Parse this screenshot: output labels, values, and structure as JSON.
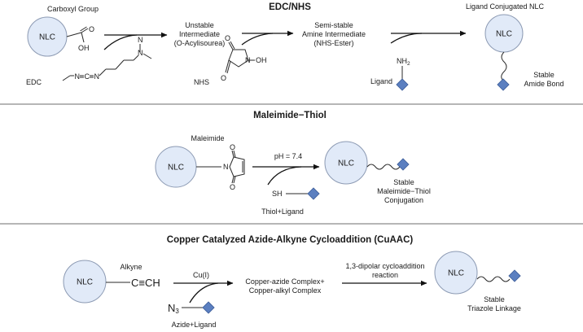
{
  "sections": {
    "edc": {
      "title": "EDC/NHS",
      "carboxyl_label": "Carboxyl Group",
      "nlc": "NLC",
      "o_atom": "O",
      "oh_group": "OH",
      "edc_label": "EDC",
      "edc_n_left": "N",
      "edc_c": "C",
      "edc_n_mid": "N",
      "edc_n_right": "N",
      "edc_n_top": "N",
      "intermediate1": [
        "Unstable",
        "Intermediate",
        "(O-Acylisourea)"
      ],
      "nhs_label": "NHS",
      "nhs_o_top": "O",
      "nhs_o_bottom": "O",
      "nhs_n": "N",
      "nhs_oh": "OH",
      "intermediate2": [
        "Semi-stable",
        "Amine Intermediate",
        "(NHS-Ester)"
      ],
      "ligand_label": "Ligand",
      "nh2": "NH",
      "nh2_sub": "2",
      "product_title": "Ligand Conjugated NLC",
      "product_nlc": "NLC",
      "product_caption": [
        "Stable",
        "Amide Bond"
      ]
    },
    "maleimide": {
      "title": "Maleimide−Thiol",
      "maleimide_label": "Maleimide",
      "nlc": "NLC",
      "o_top": "O",
      "o_bottom": "O",
      "n_atom": "N",
      "condition": "pH = 7.4",
      "sh": "SH",
      "thiol_label": "Thiol+Ligand",
      "product_nlc": "NLC",
      "product_caption": [
        "Stable",
        "Maleimide−Thiol",
        "Conjugation"
      ]
    },
    "cuaac": {
      "title": "Copper Catalyzed Azide-Alkyne Cycloaddition (CuAAC)",
      "alkyne_label": "Alkyne",
      "nlc": "NLC",
      "alkyne_formula": "C≡CH",
      "catalyst": "Cu(I)",
      "n3": "N",
      "n3_sub": "3",
      "azide_label": "Azide+Ligand",
      "complex": [
        "Copper-azide Complex+",
        "Copper-alkyl Complex"
      ],
      "reaction_label": [
        "1,3-dipolar cycloaddition",
        "reaction"
      ],
      "product_nlc": "NLC",
      "product_caption": [
        "Stable",
        "Triazole Linkage"
      ]
    }
  },
  "colors": {
    "nlc_fill": "#e1eaf8",
    "ligand_diamond": "#5b7fc0",
    "divider": "#8a8a8a"
  }
}
